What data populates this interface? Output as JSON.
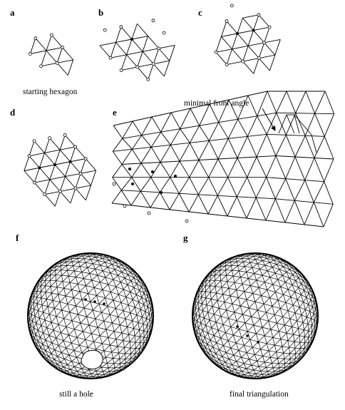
{
  "panels": {
    "a": {
      "label": "a",
      "caption": "starting hexagon"
    },
    "b": {
      "label": "b"
    },
    "c": {
      "label": "c"
    },
    "d": {
      "label": "d"
    },
    "e": {
      "label": "e",
      "annotation": "minimal front angle"
    },
    "f": {
      "label": "f",
      "caption": "still a hole"
    },
    "g": {
      "label": "g",
      "caption": "final triangulation"
    }
  }
}
